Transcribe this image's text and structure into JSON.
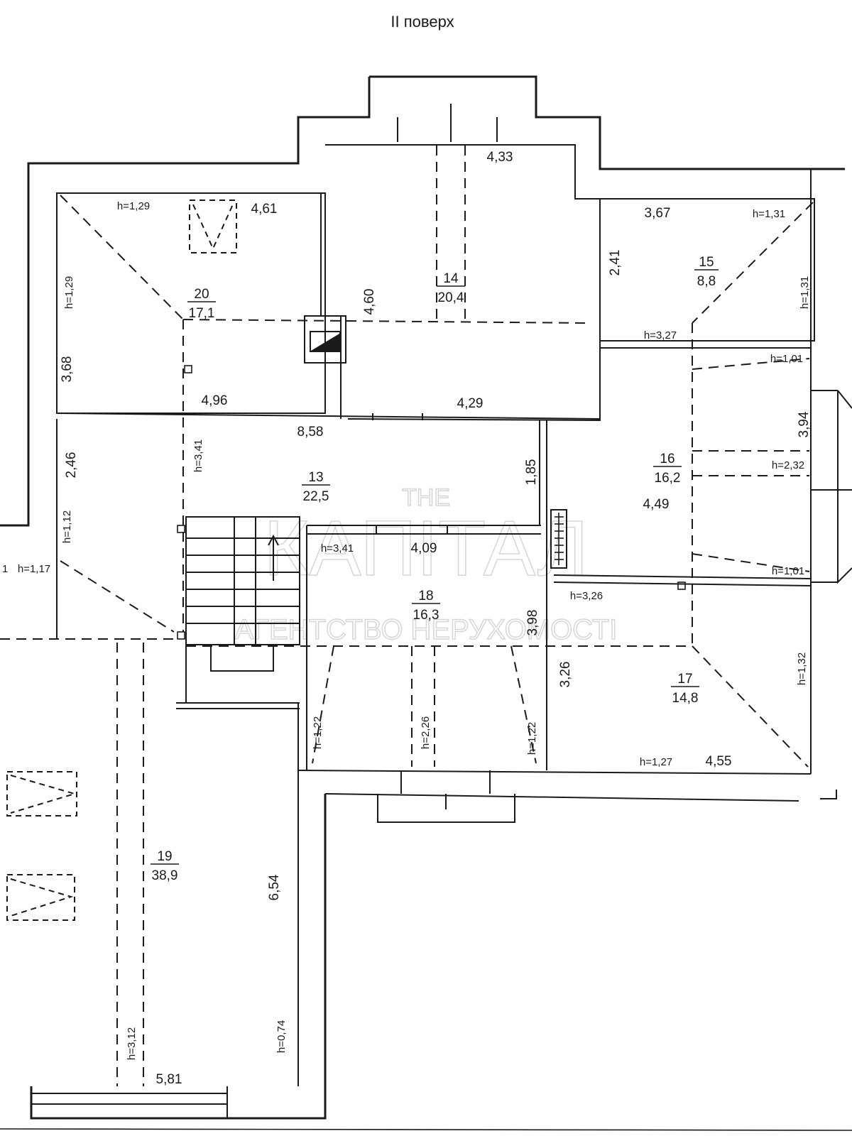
{
  "title": "II поверх",
  "watermark": {
    "line1": "THE",
    "line2": "КАПІТАЛ",
    "line3": "АГЕНТСТВО НЕРУХОМОСТІ"
  },
  "rooms": [
    {
      "number": "20",
      "area": "17,1"
    },
    {
      "number": "14",
      "area": "20,4"
    },
    {
      "number": "15",
      "area": "8,8"
    },
    {
      "number": "16",
      "area": "16,2"
    },
    {
      "number": "13",
      "area": "22,5"
    },
    {
      "number": "18",
      "area": "16,3"
    },
    {
      "number": "17",
      "area": "14,8"
    },
    {
      "number": "19",
      "area": "38,9"
    }
  ],
  "dimensions": [
    "4,33",
    "4,61",
    "3,67",
    "2,41",
    "4,60",
    "3,68",
    "4,96",
    "4,29",
    "8,58",
    "2,46",
    "1,85",
    "3,94",
    "4,49",
    "4,09",
    "3,98",
    "3,26",
    "4,55",
    "6,54",
    "5,81"
  ],
  "heights": [
    "h=1,29",
    "h=1,29",
    "h=1,31",
    "h=1,31",
    "h=3,27",
    "h=1,01",
    "h=2,32",
    "h=1,01",
    "h=3,41",
    "h=1,12",
    "h=1,17",
    "h=3,41",
    "h=3,26",
    "h=1,32",
    "h=1,22",
    "h=2,26",
    "h=1,22",
    "h=1,27",
    "h=0,74",
    "h=3,12"
  ],
  "fragment_left": "1"
}
